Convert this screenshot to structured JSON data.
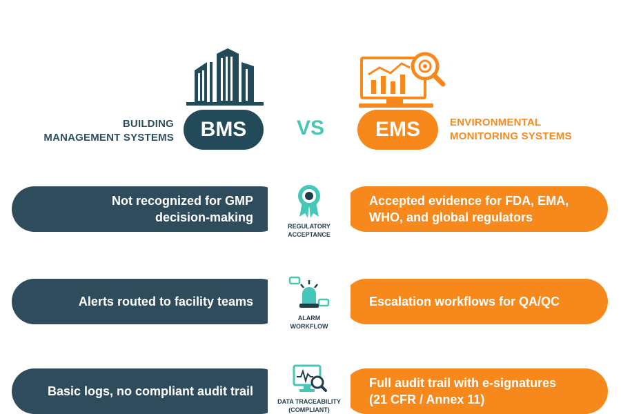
{
  "header": {
    "left_full_name_lines": [
      "BUILDING",
      "MANAGEMENT SYSTEMS"
    ],
    "left_abbr": "BMS",
    "vs": "VS",
    "right_abbr": "EMS",
    "right_full_name_lines": [
      "ENVIRONMENTAL",
      "MONITORING SYSTEMS"
    ],
    "icons": [
      "building-icon",
      "monitor-chart-magnifier-icon"
    ]
  },
  "rows": [
    {
      "category_lines": [
        "REGULATORY",
        "ACCEPTANCE"
      ],
      "icon": "award-ribbon-icon",
      "bms_text": "Not recognized for GMP\ndecision-making",
      "ems_text": "Accepted evidence for FDA, EMA,\nWHO, and global regulators"
    },
    {
      "category_lines": [
        "ALARM",
        "WORKFLOW"
      ],
      "icon": "alarm-siren-icon",
      "bms_text": "Alerts routed to facility teams",
      "ems_text": "Escalation workflows for QA/QC"
    },
    {
      "category_lines": [
        "DATA TRACEABILITY",
        "(COMPLIANT)"
      ],
      "icon": "monitor-search-icon",
      "bms_text": "Basic logs, no compliant audit trail",
      "ems_text": "Full audit trail with e-signatures\n(21 CFR / Annex 11)"
    }
  ],
  "colors": {
    "bms_dark": "#2e4c5b",
    "ems_orange": "#f7891c",
    "accent_teal": "#46c6b6",
    "background": "#ffffff"
  }
}
